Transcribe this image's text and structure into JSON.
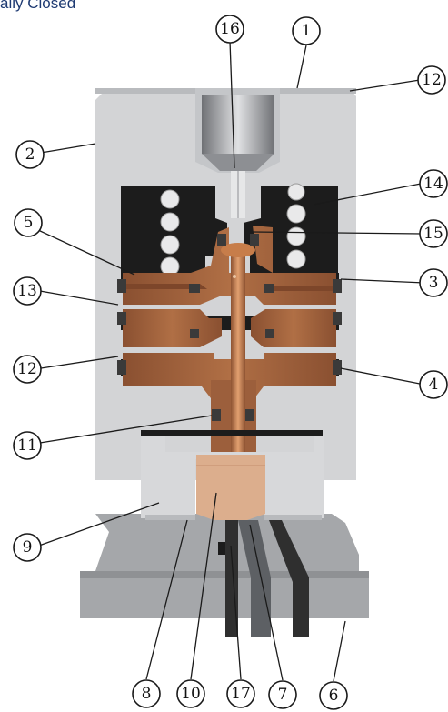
{
  "title": "ally Closed",
  "callouts": {
    "c1": "1",
    "c2": "2",
    "c3": "3",
    "c4": "4",
    "c5": "5",
    "c6": "6",
    "c7": "7",
    "c8": "8",
    "c9": "9",
    "c10": "10",
    "c11": "11",
    "c12a": "12",
    "c12b": "12",
    "c13": "13",
    "c14": "14",
    "c15": "15",
    "c16": "16",
    "c17": "17"
  },
  "colors": {
    "housing": "#d2d3d5",
    "housing_shadow": "#9fa2a6",
    "base": "#a3a5a8",
    "piston": "#9c5f3c",
    "piston_light": "#c07b4b",
    "seal": "#3a3a3a",
    "spring_cavity": "#1c1c1c",
    "insert": "#d8a888",
    "tube": "#2f2f2f"
  }
}
